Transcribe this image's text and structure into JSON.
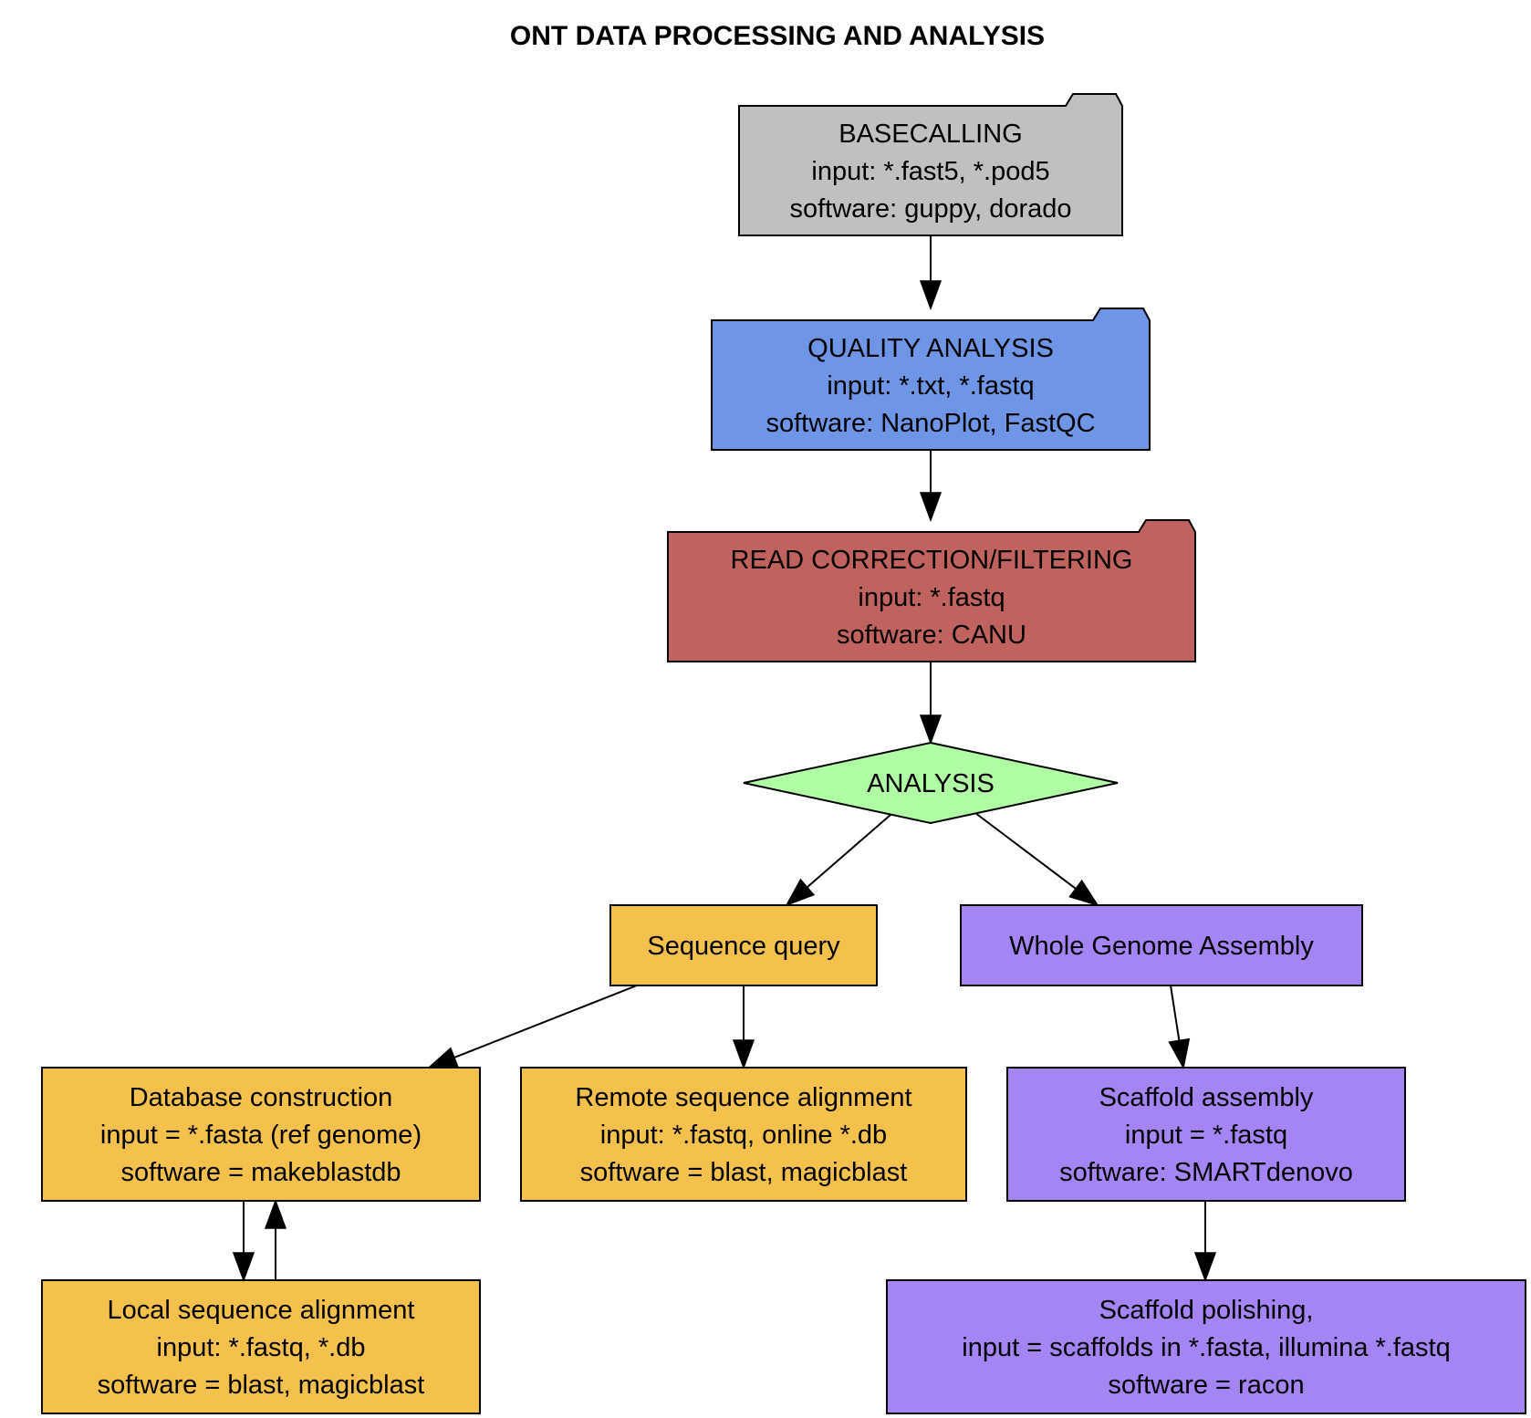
{
  "title": "ONT DATA PROCESSING AND ANALYSIS",
  "colors": {
    "grey": "#c0c0c0",
    "blue": "#6f95e6",
    "red": "#c0625e",
    "green": "#b0fca4",
    "orange": "#f4c24c",
    "purple": "#a584f4"
  },
  "nodes": {
    "basecalling": {
      "shape": "folder",
      "color": "grey",
      "lines": [
        "BASECALLING",
        "input: *.fast5, *.pod5",
        "software: guppy, dorado"
      ]
    },
    "quality": {
      "shape": "folder",
      "color": "blue",
      "lines": [
        "QUALITY  ANALYSIS",
        "input: *.txt, *.fastq",
        "software: NanoPlot, FastQC"
      ]
    },
    "read_correction": {
      "shape": "folder",
      "color": "red",
      "lines": [
        "READ CORRECTION/FILTERING",
        "input: *.fastq",
        "software: CANU"
      ]
    },
    "analysis": {
      "shape": "diamond",
      "color": "green",
      "lines": [
        "ANALYSIS"
      ]
    },
    "sequence_query": {
      "shape": "box",
      "color": "orange",
      "lines": [
        "Sequence query"
      ]
    },
    "whole_genome": {
      "shape": "box",
      "color": "purple",
      "lines": [
        "Whole Genome Assembly"
      ]
    },
    "database_construction": {
      "shape": "box",
      "color": "orange",
      "lines": [
        "Database construction",
        "input = *.fasta (ref genome)",
        "software = makeblastdb"
      ]
    },
    "remote_alignment": {
      "shape": "box",
      "color": "orange",
      "lines": [
        "Remote sequence alignment",
        "input: *.fastq, online *.db",
        "software = blast, magicblast"
      ]
    },
    "scaffold_assembly": {
      "shape": "box",
      "color": "purple",
      "lines": [
        "Scaffold assembly",
        "input = *.fastq",
        "software: SMARTdenovo"
      ]
    },
    "local_alignment": {
      "shape": "box",
      "color": "orange",
      "lines": [
        "Local sequence alignment",
        "input: *.fastq, *.db",
        "software = blast, magicblast"
      ]
    },
    "scaffold_polishing": {
      "shape": "box",
      "color": "purple",
      "lines": [
        "Scaffold polishing,",
        "input = scaffolds in *.fasta, illumina *.fastq",
        "software = racon"
      ]
    }
  },
  "edges": [
    {
      "from": "basecalling",
      "to": "quality"
    },
    {
      "from": "quality",
      "to": "read_correction"
    },
    {
      "from": "read_correction",
      "to": "analysis"
    },
    {
      "from": "analysis",
      "to": "sequence_query"
    },
    {
      "from": "analysis",
      "to": "whole_genome"
    },
    {
      "from": "sequence_query",
      "to": "database_construction"
    },
    {
      "from": "sequence_query",
      "to": "remote_alignment"
    },
    {
      "from": "whole_genome",
      "to": "scaffold_assembly"
    },
    {
      "from": "database_construction",
      "to": "local_alignment"
    },
    {
      "from": "local_alignment",
      "to": "database_construction"
    },
    {
      "from": "scaffold_assembly",
      "to": "scaffold_polishing"
    }
  ]
}
